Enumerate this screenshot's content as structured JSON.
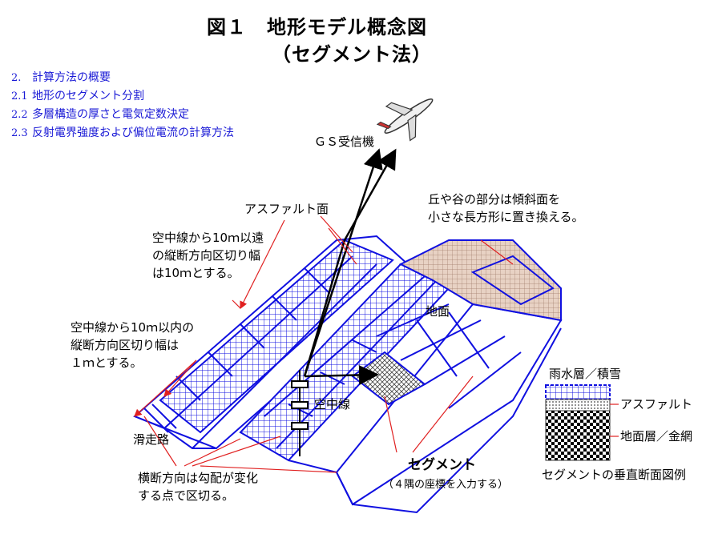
{
  "title": {
    "line1": "図１　地形モデル概念図",
    "line2": "（セグメント法）"
  },
  "toc": [
    {
      "num": "2.",
      "text": "計算方法の概要"
    },
    {
      "num": "2.1",
      "text": "地形のセグメント分割"
    },
    {
      "num": "2.2",
      "text": "多層構造の厚さと電気定数決定"
    },
    {
      "num": "2.3",
      "text": "反射電界強度および偏位電流の計算方法"
    }
  ],
  "labels": {
    "gs_receiver": "ＧＳ受信機",
    "asphalt_surface": "アスファルト面",
    "slope_note_1": "丘や谷の部分は傾斜面を",
    "slope_note_2": "小さな長方形に置き換える。",
    "far_note_1": "空中線から10ｍ以遠",
    "far_note_2": "の縦断方向区切り幅",
    "far_note_3": "は10ｍとする。",
    "near_note_1": "空中線から10ｍ以内の",
    "near_note_2": "縦断方向区切り幅は",
    "near_note_3": "１ｍとする。",
    "ground": "地面",
    "antenna": "空中線",
    "runway": "滑走路",
    "segment": "セグメント",
    "segment_sub": "（４隅の座標を入力する）",
    "cross_note_1": "横断方向は勾配が変化",
    "cross_note_2": "する点で区切る。"
  },
  "legend": {
    "rain_layer": "雨水層／積雪",
    "asphalt": "アスファルト",
    "ground_layer": "地面層／金網",
    "caption": "セグメントの垂直断面図例"
  },
  "colors": {
    "mesh_blue": "#1010e0",
    "annotation_red": "#e02020",
    "slope_fill": "#e8d2c4",
    "toc_blue": "#1a1ad6"
  }
}
